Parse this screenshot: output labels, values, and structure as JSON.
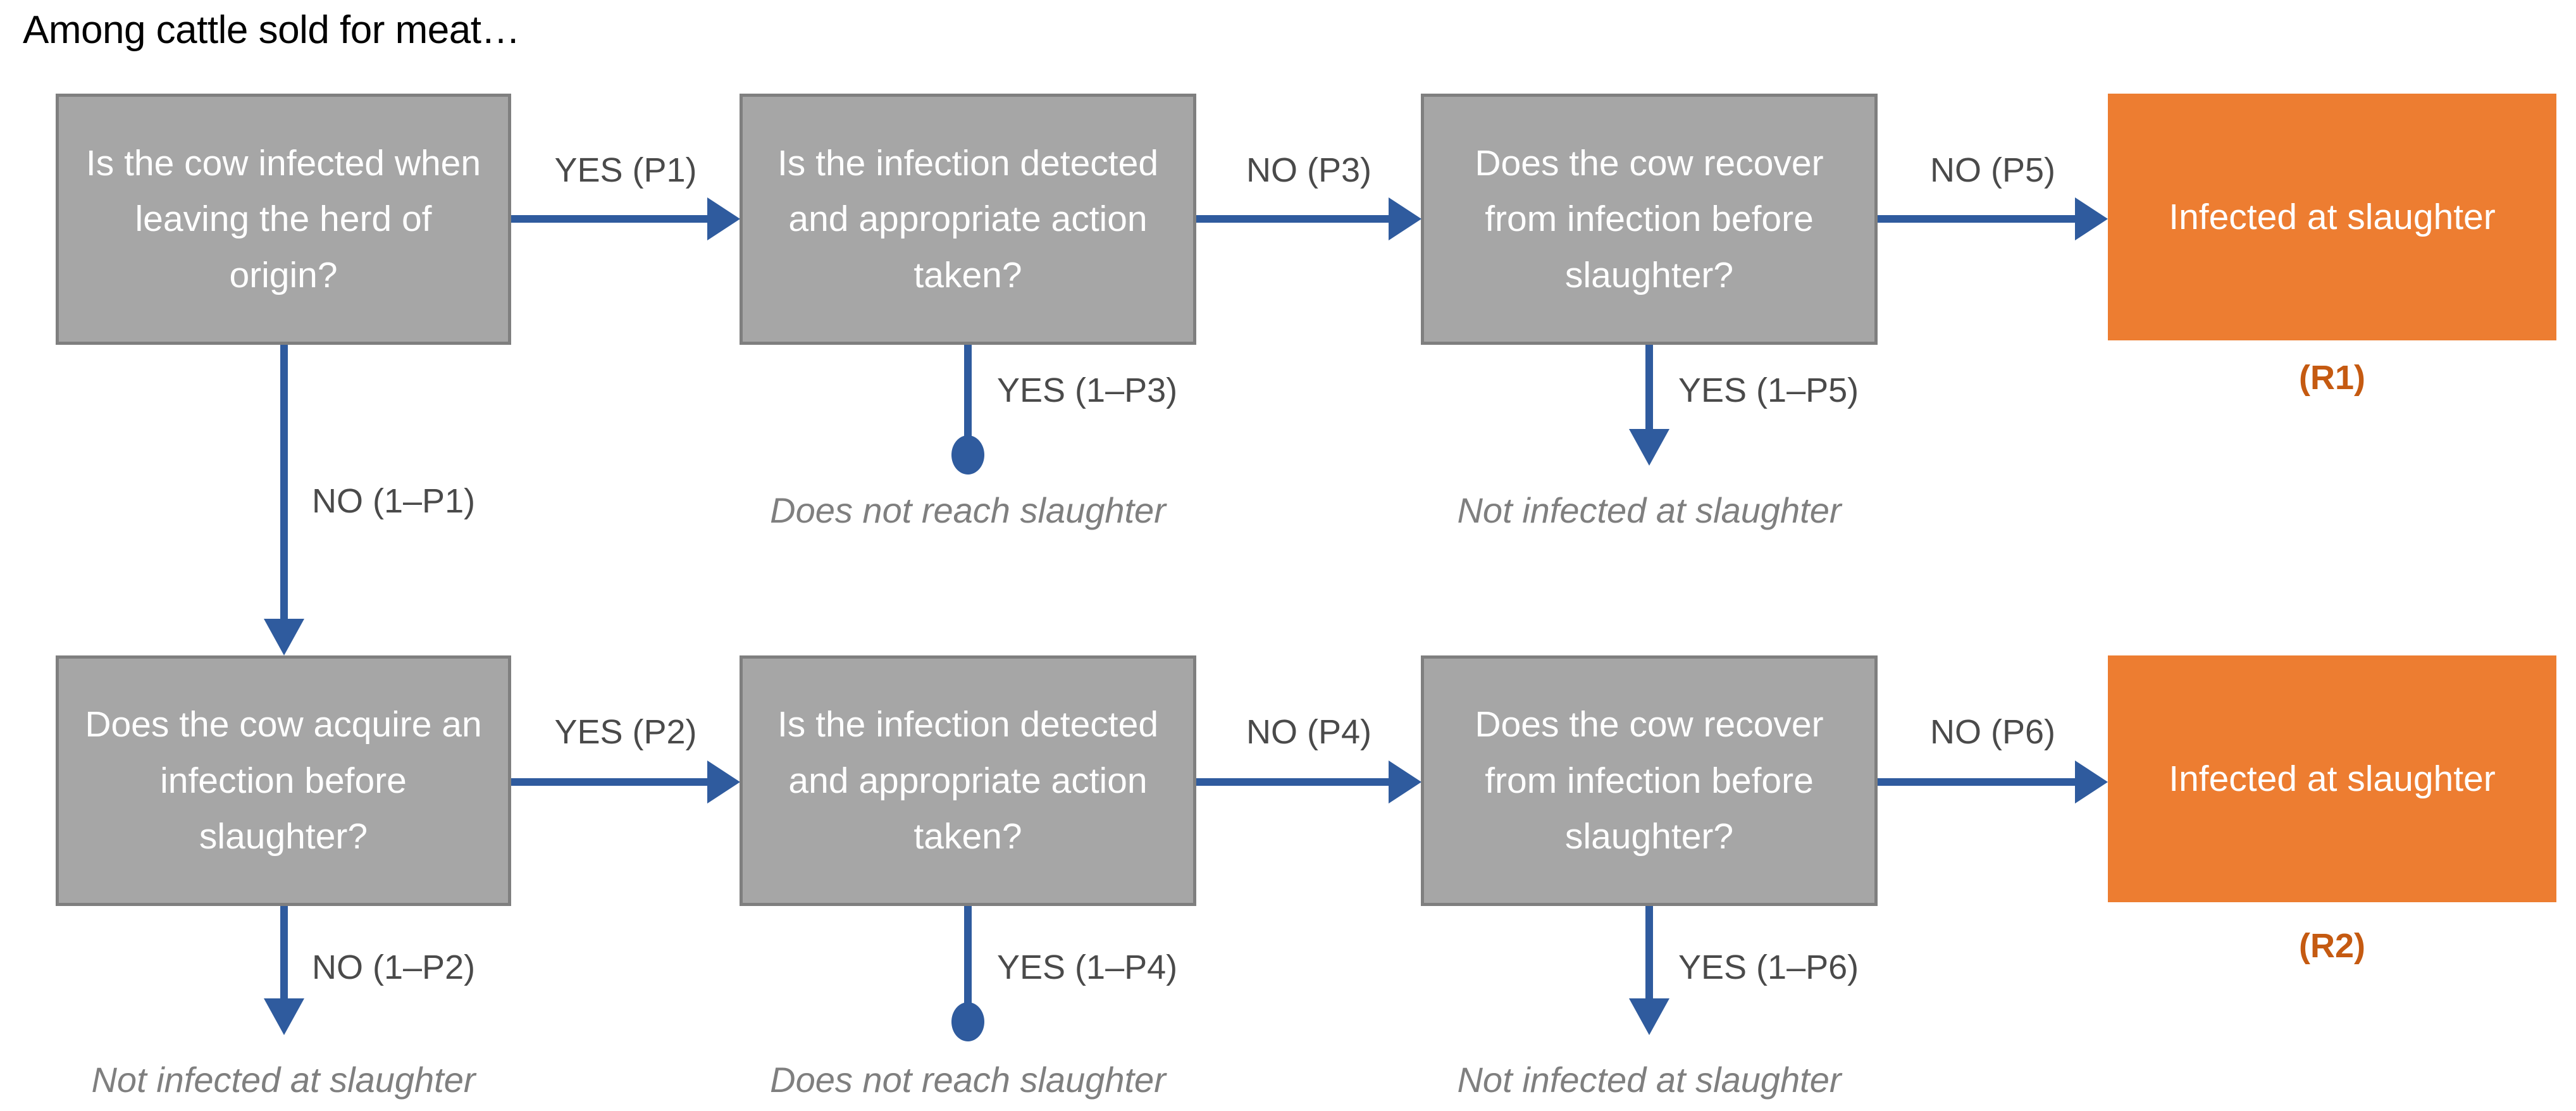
{
  "title": "Among cattle sold for meat…",
  "nodes": {
    "q1": {
      "label": "Is the cow infected when leaving the herd of origin?"
    },
    "q2": {
      "label": "Is the infection detected and appropriate action taken?"
    },
    "q3": {
      "label": "Does the cow recover from infection before slaughter?"
    },
    "q4": {
      "label": "Does the cow acquire an infection before slaughter?"
    },
    "q5": {
      "label": "Is the infection detected and appropriate action taken?"
    },
    "q6": {
      "label": "Does the cow recover from infection before slaughter?"
    },
    "r1": {
      "label": "Infected at slaughter",
      "tag": "(R1)"
    },
    "r2": {
      "label": "Infected at slaughter",
      "tag": "(R2)"
    }
  },
  "edges": {
    "p1": {
      "label": "YES (P1)",
      "from": "q1",
      "to": "q2"
    },
    "p3": {
      "label": "NO (P3)",
      "from": "q2",
      "to": "q3"
    },
    "p5": {
      "label": "NO (P5)",
      "from": "q3",
      "to": "r1"
    },
    "p2": {
      "label": "YES (P2)",
      "from": "q4",
      "to": "q5"
    },
    "p4": {
      "label": "NO (P4)",
      "from": "q5",
      "to": "q6"
    },
    "p6": {
      "label": "NO (P6)",
      "from": "q6",
      "to": "r2"
    },
    "not_p1": {
      "label": "NO (1–P1)",
      "from": "q1",
      "to": "q4"
    },
    "not_p3": {
      "label": "YES (1–P3)",
      "from": "q2",
      "to": "does-not-reach-slaughter"
    },
    "not_p5": {
      "label": "YES (1–P5)",
      "from": "q3",
      "to": "not-infected-at-slaughter"
    },
    "not_p2": {
      "label": "NO (1–P2)",
      "from": "q4",
      "to": "not-infected-at-slaughter"
    },
    "not_p4": {
      "label": "YES (1–P4)",
      "from": "q5",
      "to": "does-not-reach-slaughter"
    },
    "not_p6": {
      "label": "YES (1–P6)",
      "from": "q6",
      "to": "not-infected-at-slaughter"
    }
  },
  "terminals": {
    "t1": {
      "label": "Does not reach slaughter",
      "under": "q2"
    },
    "t2": {
      "label": "Not infected at slaughter",
      "under": "q3"
    },
    "t3": {
      "label": "Not infected at slaughter",
      "under": "q4"
    },
    "t4": {
      "label": "Does not reach slaughter",
      "under": "q5"
    },
    "t5": {
      "label": "Not infected at slaughter",
      "under": "q6"
    }
  },
  "colors": {
    "question_fill": "#A6A6A6",
    "question_border": "#7F7F7F",
    "question_text": "#FFFFFF",
    "outcome_fill": "#ED7D31",
    "outcome_text": "#FFFFFF",
    "outcome_tag_text": "#C55A11",
    "connector_blue": "#2F5B9E",
    "edge_label_text": "#4A4A4A",
    "terminal_text": "#7F7F7F",
    "title_text": "#000000",
    "background": "#FFFFFF"
  }
}
